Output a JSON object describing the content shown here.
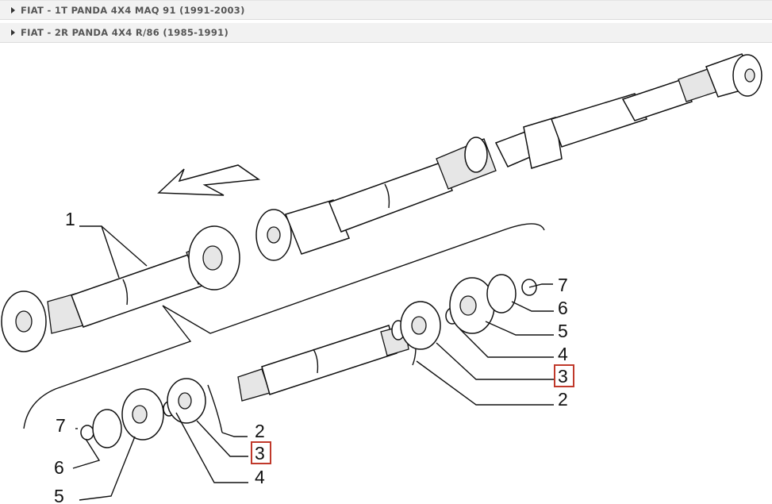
{
  "accordion": [
    {
      "label": "FIAT - 1T PANDA 4X4 MAQ 91 (1991-2003)"
    },
    {
      "label": "FIAT - 2R PANDA 4X4 R/86 (1985-1991)"
    }
  ],
  "diagram": {
    "callouts": {
      "c1": "1",
      "right": [
        "7",
        "6",
        "5",
        "4",
        "3",
        "2"
      ],
      "left": [
        "7",
        "6",
        "5"
      ],
      "left2": [
        "2",
        "3",
        "4"
      ]
    },
    "highlight_color": "#c0392b"
  }
}
